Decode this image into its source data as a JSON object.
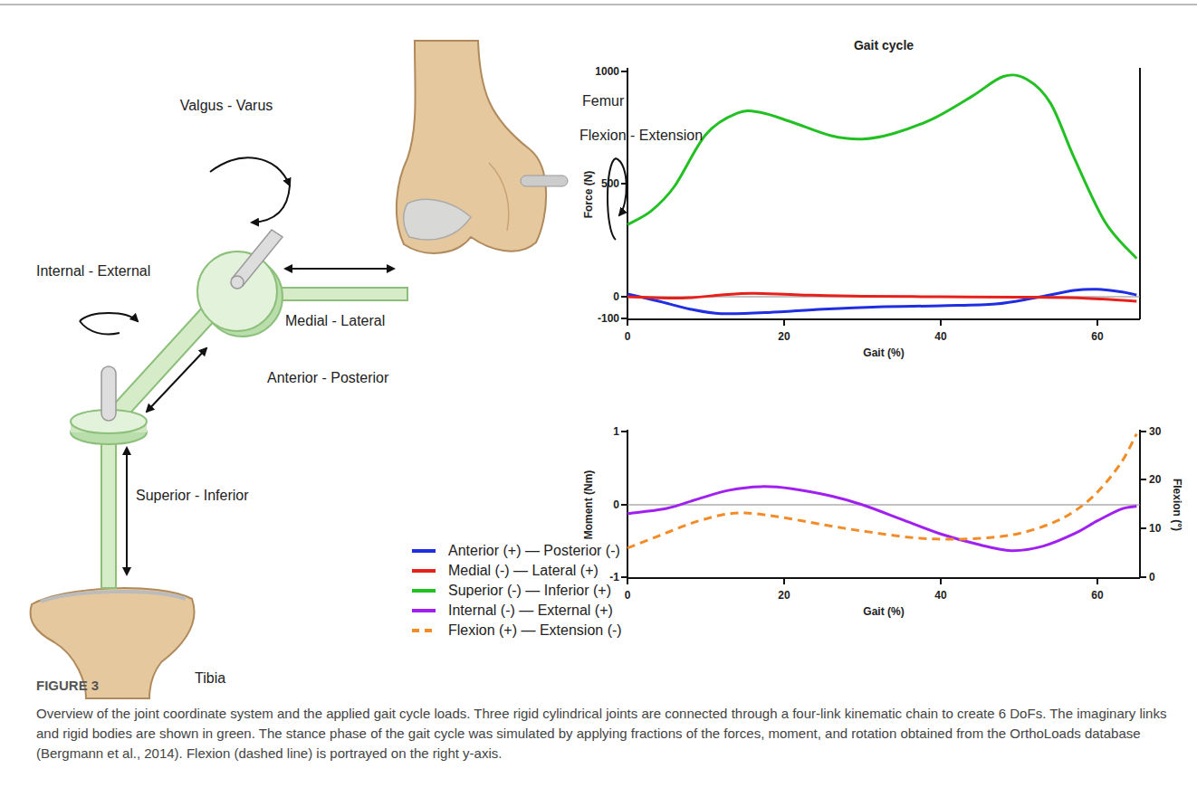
{
  "diagram": {
    "caption": "Overview of the joint coordinate system and the applied gait cycle loads. Three rigid cylindrical joints are connected through a four-link kinematic chain to create 6 DoFs. The imaginary links and rigid bodies are shown in green. The stance phase of the gait cycle was simulated by applying fractions of the forces, moment, and rotation obtained from the OrthoLoads database (Bergmann et al., 2014). Flexion (dashed line) is portrayed on the right y-axis.",
    "labels": [
      "Valgus - Varus",
      "Femur",
      "Flexion - Extension",
      "Internal - External",
      "Medial - Lateral",
      "Anterior - Posterior",
      "Superior - Inferior",
      "Tibia",
      "Gait cycle",
      "1000",
      "500",
      "0",
      "-100",
      "Force (N)",
      "0",
      "20",
      "40",
      "60",
      "Gait (%)",
      "1",
      "0",
      "-1",
      "Moment (Nm)",
      "0",
      "20",
      "40",
      "60",
      "Gait (%)",
      "30",
      "20",
      "10",
      "0",
      "Flexion (°)",
      "FIGURE 3"
    ],
    "legend": [
      {
        "text": "Anterior (+) — Posterior (-)",
        "color": "#1f2ee0"
      },
      {
        "text": "Medial (-) — Lateral (+)",
        "color": "#e8201c"
      },
      {
        "text": "Superior (-) — Inferior (+)",
        "color": "#22c022"
      },
      {
        "text": "Internal (-) — External (+)",
        "color": "#a020f0"
      },
      {
        "text": "Flexion (+) — Extension (-)",
        "color": "#f28c28"
      }
    ]
  }
}
